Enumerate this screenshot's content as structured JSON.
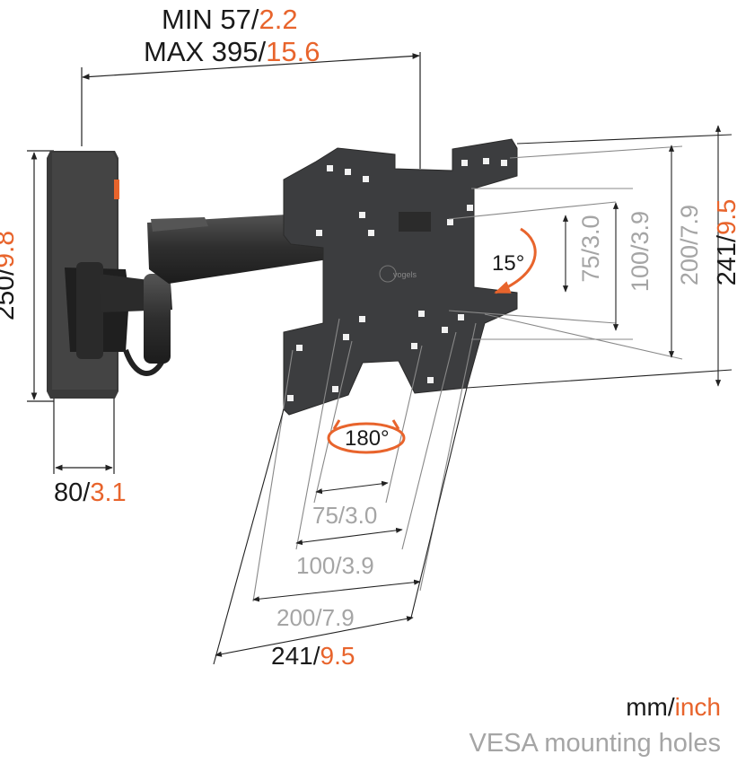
{
  "colors": {
    "accent": "#e8642c",
    "text": "#1a1a1a",
    "vesa_grey": "#a5a5a5",
    "mount_black": "#2b2b2b",
    "plate": "#3c3d3f",
    "line": "#222222"
  },
  "dims": {
    "min": {
      "mm": "MIN 57",
      "sep": "/",
      "inch": "2.2"
    },
    "max": {
      "mm": "MAX 395",
      "sep": "/",
      "inch": "15.6"
    },
    "wall_height": {
      "mm": "250",
      "sep": "/",
      "inch": "9.8"
    },
    "wall_width": {
      "mm": "80",
      "sep": "/",
      "inch": "3.1"
    },
    "tilt": "15°",
    "swivel": "180°",
    "vesa_v_75": {
      "mm": "75",
      "sep": "/",
      "inch": "3.0"
    },
    "vesa_v_100": {
      "mm": "100",
      "sep": "/",
      "inch": "3.9"
    },
    "vesa_v_200": {
      "mm": "200",
      "sep": "/",
      "inch": "7.9"
    },
    "vesa_v_241": {
      "mm": "241",
      "sep": "/",
      "inch": "9.5"
    },
    "vesa_h_75": {
      "mm": "75",
      "sep": "/",
      "inch": "3.0"
    },
    "vesa_h_100": {
      "mm": "100",
      "sep": "/",
      "inch": "3.9"
    },
    "vesa_h_200": {
      "mm": "200",
      "sep": "/",
      "inch": "7.9"
    },
    "vesa_h_241": {
      "mm": "241",
      "sep": "/",
      "inch": "9.5"
    }
  },
  "legend": {
    "units": {
      "mm": "mm",
      "sep": "/",
      "inch": "inch"
    },
    "caption": "VESA mounting holes"
  },
  "brand_logo": "vogels"
}
